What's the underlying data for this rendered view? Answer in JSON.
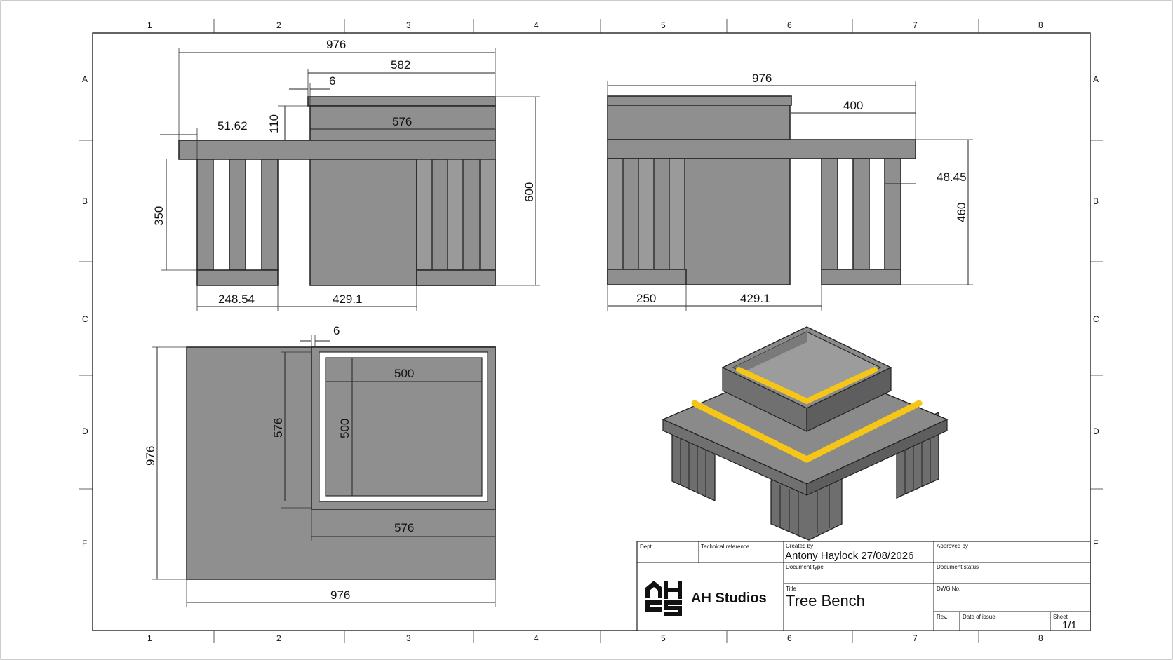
{
  "grid": {
    "columns": [
      "1",
      "2",
      "3",
      "4",
      "5",
      "6",
      "7",
      "8"
    ],
    "rows_left": [
      "A",
      "B",
      "C",
      "D",
      "F"
    ],
    "rows_right": [
      "A",
      "B",
      "C",
      "D",
      "E"
    ]
  },
  "dimensions": {
    "front": {
      "overall_width": "976",
      "planter_width": "582",
      "wall": "6",
      "offset": "51.62",
      "planter_height": "110",
      "inner_width": "576",
      "leg_height": "350",
      "total_height": "600",
      "leg_span": "248.54",
      "gap": "429.1"
    },
    "side": {
      "overall_width": "976",
      "overhang": "400",
      "leg_inset": "48.45",
      "seat_height": "460",
      "leg_span": "250",
      "gap": "429.1"
    },
    "top": {
      "wall": "6",
      "inner_500_h": "500",
      "inner_500_v": "500",
      "planter_576_v": "576",
      "planter_576_h": "576",
      "depth": "976",
      "width": "976"
    }
  },
  "title_block": {
    "dept_label": "Dept.",
    "tech_ref_label": "Technical reference",
    "created_by_label": "Created by",
    "created_by_value": "Antony Haylock  27/08/2026",
    "approved_by_label": "Approved by",
    "doc_type_label": "Document type",
    "doc_status_label": "Document status",
    "title_label": "Title",
    "title_value": "Tree Bench",
    "dwg_label": "DWG No.",
    "rev_label": "Rev.",
    "issue_label": "Date of issue",
    "sheet_label": "Sheet",
    "sheet_value": "1/1",
    "brand": "AH Studios"
  },
  "colors": {
    "material": "#8f8f8f",
    "highlight": "#f5c518",
    "line": "#222222"
  }
}
